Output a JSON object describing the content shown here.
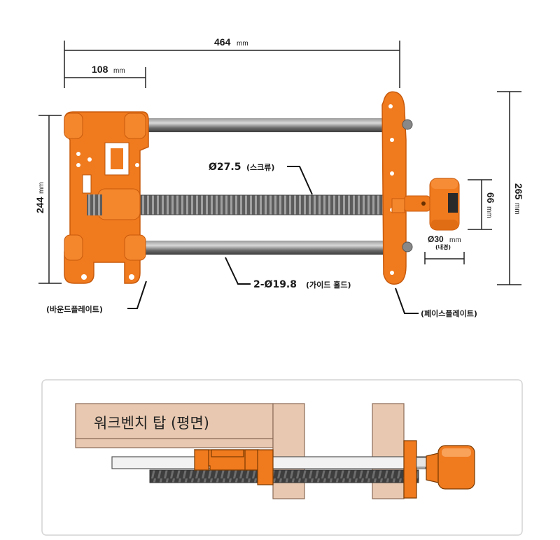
{
  "dimensions": {
    "total_length": {
      "value": "464",
      "unit": "mm"
    },
    "jaw_depth": {
      "value": "108",
      "unit": "mm"
    },
    "bound_plate_height": {
      "value": "244",
      "unit": "mm"
    },
    "face_plate_height": {
      "value": "265",
      "unit": "mm"
    },
    "handle_height": {
      "value": "66",
      "unit": "mm"
    },
    "handle_diameter": {
      "value": "Ø30",
      "unit": "mm",
      "note": "(내경)"
    }
  },
  "callouts": {
    "screw": {
      "value": "Ø27.5",
      "text": "(스크류)"
    },
    "guide_rods": {
      "value": "2-Ø19.8",
      "text": "(가이드 홀드)"
    },
    "bound_plate": "(바운드플레이트)",
    "face_plate": "(페이스플레이트)"
  },
  "panel": {
    "workbench_label": "워크벤치 탑 (평면)"
  },
  "colors": {
    "orange": "#f07a1e",
    "orange_dark": "#c85a0c",
    "wood": "#e8c8b0",
    "rod": "#6f6f6f"
  }
}
